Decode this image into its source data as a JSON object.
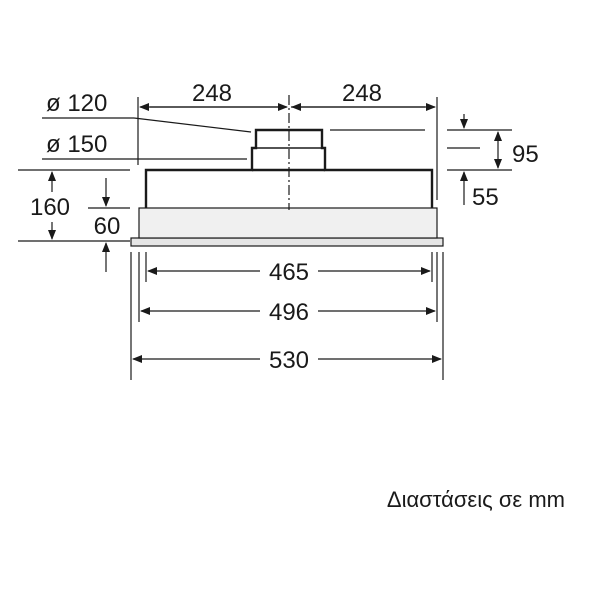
{
  "diagram": {
    "width_top_left": "248",
    "width_top_right": "248",
    "dia_120": "ø 120",
    "dia_150": "ø 150",
    "height_160": "160",
    "height_60": "60",
    "height_95": "95",
    "height_55": "55",
    "width_465": "465",
    "width_496": "496",
    "width_530": "530"
  },
  "caption": "Διαστάσεις σε mm",
  "colors": {
    "line": "#1a1a1a",
    "panel": "#e6e6e6"
  }
}
